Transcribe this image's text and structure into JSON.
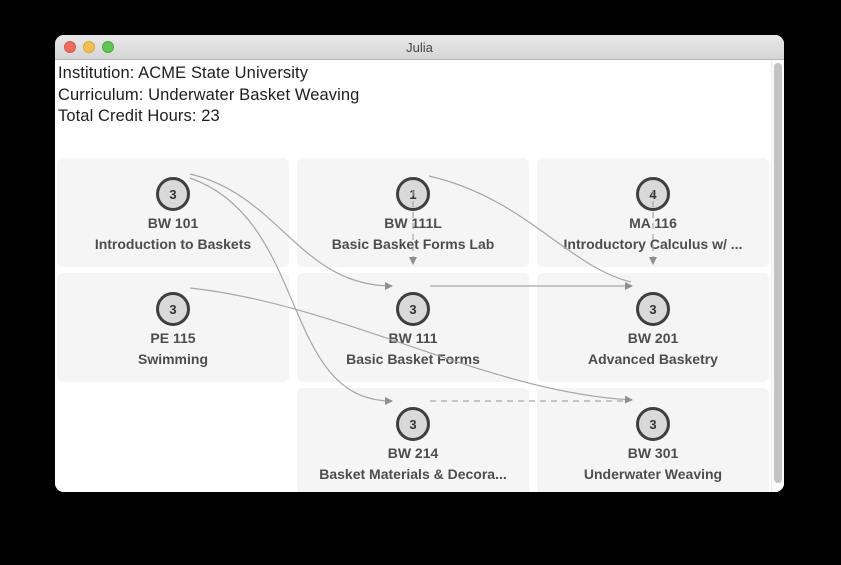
{
  "window": {
    "title": "Julia"
  },
  "header": {
    "line1": "Institution: ACME State University",
    "line2": "Curriculum: Underwater Basket Weaving",
    "line3": "Total Credit Hours: 23"
  },
  "courses": [
    {
      "code": "BW 101",
      "name": "Introduction to Baskets",
      "credits": "3"
    },
    {
      "code": "BW 111L",
      "name": "Basic Basket Forms Lab",
      "credits": "1"
    },
    {
      "code": "MA 116",
      "name": "Introductory Calculus w/ ...",
      "credits": "4"
    },
    {
      "code": "PE 115",
      "name": "Swimming",
      "credits": "3"
    },
    {
      "code": "BW 111",
      "name": "Basic Basket Forms",
      "credits": "3"
    },
    {
      "code": "BW 201",
      "name": "Advanced Basketry",
      "credits": "3"
    },
    {
      "code": "BW 214",
      "name": "Basket Materials & Decora...",
      "credits": "3"
    },
    {
      "code": "BW 301",
      "name": "Underwater Weaving",
      "credits": "3"
    }
  ],
  "edges": [
    {
      "source": "BW 101",
      "target": "BW 111",
      "style": "solid"
    },
    {
      "source": "BW 101",
      "target": "BW 214",
      "style": "solid"
    },
    {
      "source": "BW 111L",
      "target": "BW 111",
      "style": "dashed"
    },
    {
      "source": "BW 111L",
      "target": "BW 201",
      "style": "solid"
    },
    {
      "source": "MA 116",
      "target": "BW 201",
      "style": "dashed"
    },
    {
      "source": "BW 111",
      "target": "BW 201",
      "style": "solid"
    },
    {
      "source": "PE 115",
      "target": "BW 301",
      "style": "solid"
    },
    {
      "source": "BW 214",
      "target": "BW 301",
      "style": "dashed"
    }
  ],
  "colors": {
    "card_bg": "#f5f5f5",
    "node_fill": "#d9d9d9",
    "node_border": "#3f3f3f",
    "edge": "#a6a6a6",
    "traffic_red": "#ed6a5e",
    "traffic_yellow": "#f5bf4f",
    "traffic_green": "#61c454"
  }
}
